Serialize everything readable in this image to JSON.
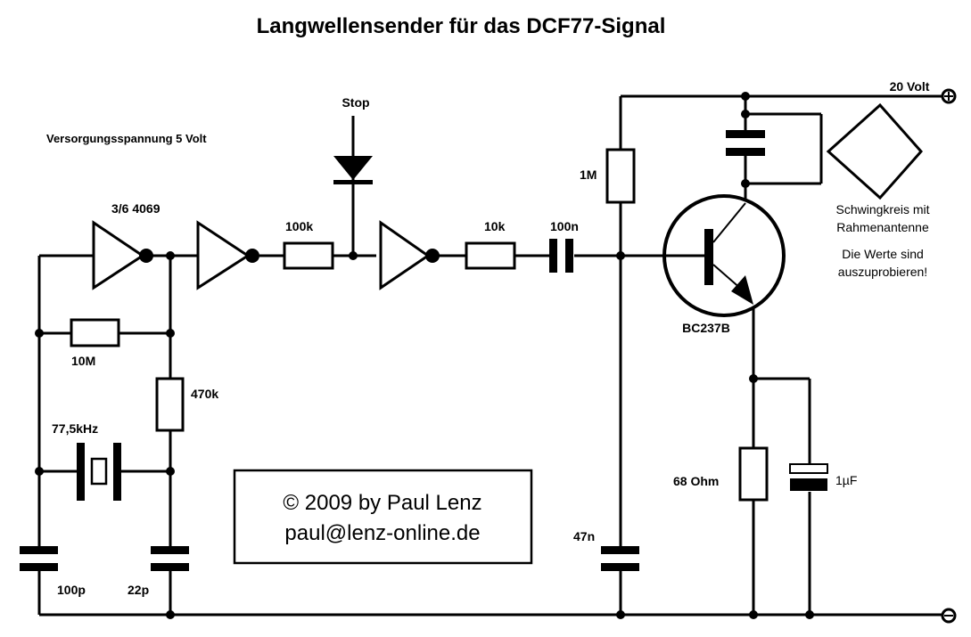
{
  "title": "Langwellensender für das DCF77-Signal",
  "notes": {
    "supply_logic": "Versorgungsspannung 5 Volt",
    "tank_line1": "Schwingkreis mit",
    "tank_line2": "Rahmenantenne",
    "values_line1": "Die Werte sind",
    "values_line2": "auszuprobieren!"
  },
  "rails": {
    "positive_label": "20 Volt",
    "positive_icon": "plus-terminal-icon",
    "negative_icon": "minus-terminal-icon"
  },
  "components": {
    "ic": "3/6 4069",
    "r_feedback": "10M",
    "r_series": "470k",
    "crystal": "77,5kHz",
    "c_left": "100p",
    "c_right": "22p",
    "r_100k": "100k",
    "stop": "Stop",
    "r_10k": "10k",
    "c_coupling": "100n",
    "r_bias": "1M",
    "c_bias": "47n",
    "transistor": "BC237B",
    "r_emitter": "68 Ohm",
    "c_emitter": "1µF"
  },
  "copyright": {
    "line1": "© 2009 by Paul Lenz",
    "line2": "paul@lenz-online.de"
  }
}
